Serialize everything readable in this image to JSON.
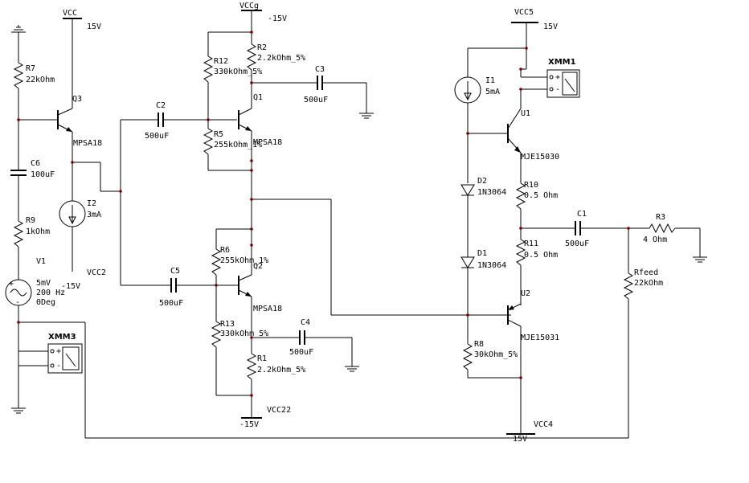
{
  "labels": {
    "vcc": "VCC",
    "vcc_val": "15V",
    "vccg": "VCCg",
    "vccg_val": "-15V",
    "vcc5": "VCC5",
    "vcc5_val": "15V",
    "vcc2": "VCC2",
    "vcc2_val": "-15V",
    "vcc22": "VCC22",
    "vcc22_val": "-15V",
    "vcc4": "VCC4",
    "vcc4_val": "15V",
    "r7": "R7",
    "r7_val": "22kOhm",
    "q3": "Q3",
    "q3_model": "MPSA18",
    "c6": "C6",
    "c6_val": "100uF",
    "i2": "I2",
    "i2_val": "3mA",
    "r9": "R9",
    "r9_val": "1kOhm",
    "v1": "V1",
    "v1_amp": "5mV",
    "v1_freq": "200 Hz",
    "v1_phase": "0Deg",
    "xmm3": "XMM3",
    "c2": "C2",
    "c2_val": "500uF",
    "c5": "C5",
    "c5_val": "500uF",
    "r12": "R12",
    "r12_val": "330kOhm_5%",
    "r2": "R2",
    "r2_val": "2.2kOhm_5%",
    "c3": "C3",
    "c3_val": "500uF",
    "q1": "Q1",
    "q1_model": "MPSA18",
    "r5": "R5",
    "r5_val": "255kOhm_1%",
    "r6": "R6",
    "r6_val": "255kOhm_1%",
    "q2": "Q2",
    "q2_model": "MPSA18",
    "r13": "R13",
    "r13_val": "330kOhm_5%",
    "c4": "C4",
    "c4_val": "500uF",
    "r1": "R1",
    "r1_val": "2.2kOhm_5%",
    "xmm1": "XMM1",
    "i1": "I1",
    "i1_val": "5mA",
    "u1": "U1",
    "u1_model": "MJE15030",
    "d2": "D2",
    "d2_model": "1N3064",
    "d1": "D1",
    "d1_model": "1N3064",
    "r10": "R10",
    "r10_val": "0.5 Ohm",
    "r11": "R11",
    "r11_val": "0.5 Ohm",
    "c1": "C1",
    "c1_val": "500uF",
    "r3": "R3",
    "r3_val": "4 Ohm",
    "rfeed": "Rfeed",
    "rfeed_val": "22kOhm",
    "u2": "U2",
    "u2_model": "MJE15031",
    "r8": "R8",
    "r8_val": "30kOhm_5%"
  }
}
